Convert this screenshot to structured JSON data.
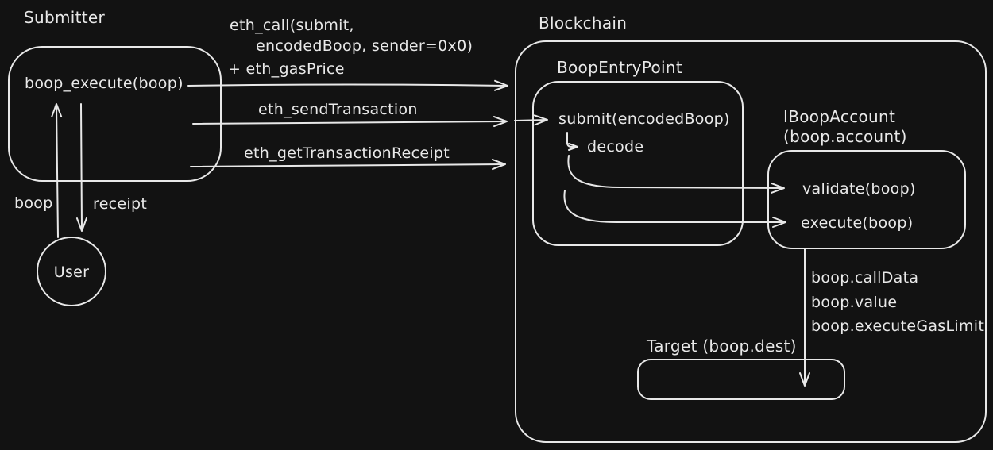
{
  "diagram": {
    "colors": {
      "background": "#121212",
      "stroke": "#e8e8e8",
      "text": "#e9e9e9"
    },
    "nodes": {
      "submitter": {
        "label": "Submitter",
        "method": "boop_execute(boop)"
      },
      "blockchain": {
        "label": "Blockchain"
      },
      "entrypoint": {
        "label": "BoopEntryPoint",
        "method": "submit(encodedBoop)",
        "substep": "decode"
      },
      "account": {
        "label_line1": "IBoopAccount",
        "label_line2": "(boop.account)",
        "method_validate": "validate(boop)",
        "method_execute": "execute(boop)"
      },
      "target": {
        "label": "Target (boop.dest)"
      },
      "user": {
        "label": "User"
      }
    },
    "edges": {
      "eth_call": {
        "line1": "eth_call(submit,",
        "line2": "encodedBoop, sender=0x0)",
        "line3": "+ eth_gasPrice"
      },
      "eth_send": {
        "label": "eth_sendTransaction"
      },
      "eth_receipt": {
        "label": "eth_getTransactionReceipt"
      },
      "user_to_submitter": {
        "label": "boop"
      },
      "submitter_to_user": {
        "label": "receipt"
      },
      "execute_to_target": {
        "line1": "boop.callData",
        "line2": "boop.value",
        "line3": "boop.executeGasLimit"
      }
    }
  }
}
